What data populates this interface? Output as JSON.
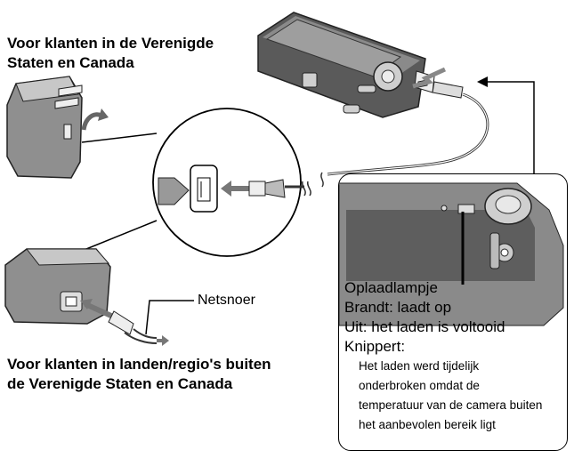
{
  "labels": {
    "us_canada": "Voor klanten in de Verenigde Staten en Canada",
    "netsnoer": "Netsnoer",
    "other_regions": "Voor klanten in landen/regio's buiten de Verenigde Staten en Canada"
  },
  "callout": {
    "title": "Oplaadlampje",
    "states": [
      "Brandt: laadt op",
      "Uit: het laden is voltooid",
      "Knippert:"
    ],
    "blink_details": [
      "Het laden werd tijdelijk",
      "onderbroken omdat de",
      "temperatuur van de camera buiten",
      "het aanbevolen bereik ligt"
    ]
  }
}
